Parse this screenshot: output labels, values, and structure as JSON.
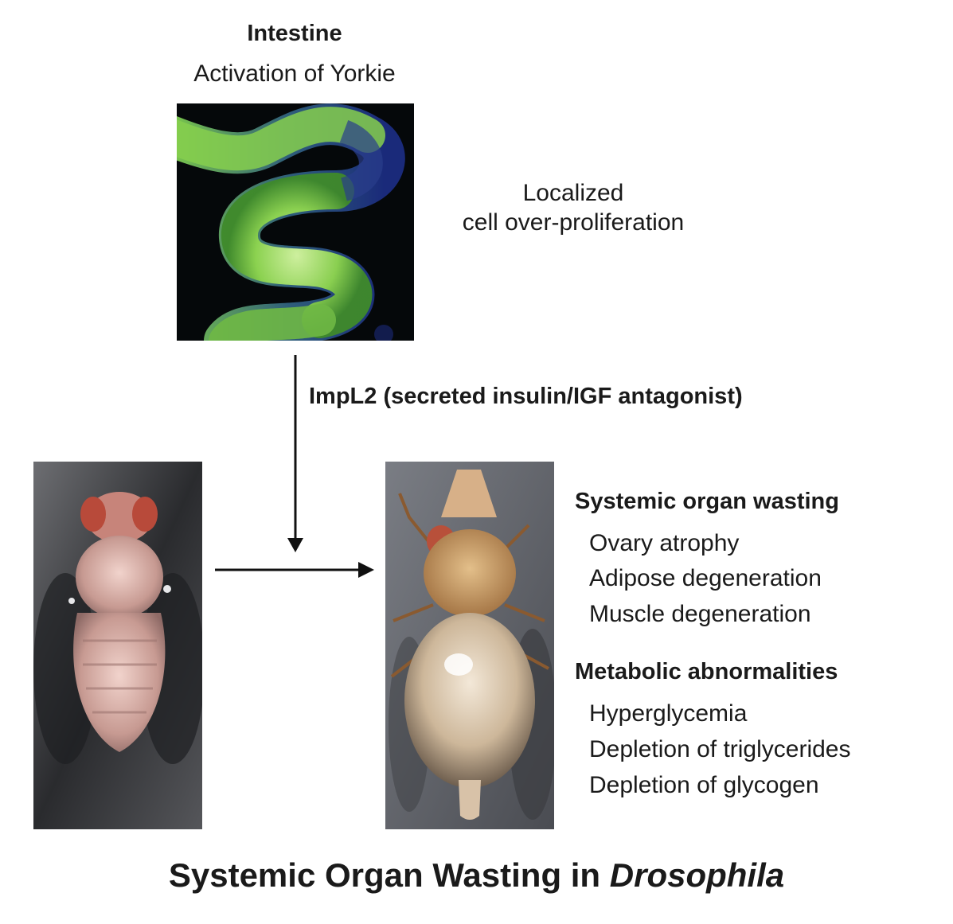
{
  "intestine": {
    "heading": "Intestine",
    "subheading": "Activation of Yorkie"
  },
  "proliferation": {
    "line1": "Localized",
    "line2": "cell over-proliferation"
  },
  "arrow_label": "ImpL2 (secreted insulin/IGF antagonist)",
  "systemic": {
    "heading": "Systemic organ wasting",
    "items": [
      "Ovary atrophy",
      "Adipose degeneration",
      "Muscle degeneration"
    ]
  },
  "metabolic": {
    "heading": "Metabolic abnormalities",
    "items": [
      "Hyperglycemia",
      "Depletion of triglycerides",
      "Depletion of glycogen"
    ]
  },
  "footer": {
    "title_prefix": "Systemic Organ Wasting in ",
    "title_italic": "Drosophila"
  },
  "colors": {
    "gut_green": "#9be05a",
    "gut_blue": "#1a2a7a",
    "panel_black": "#05080a"
  }
}
